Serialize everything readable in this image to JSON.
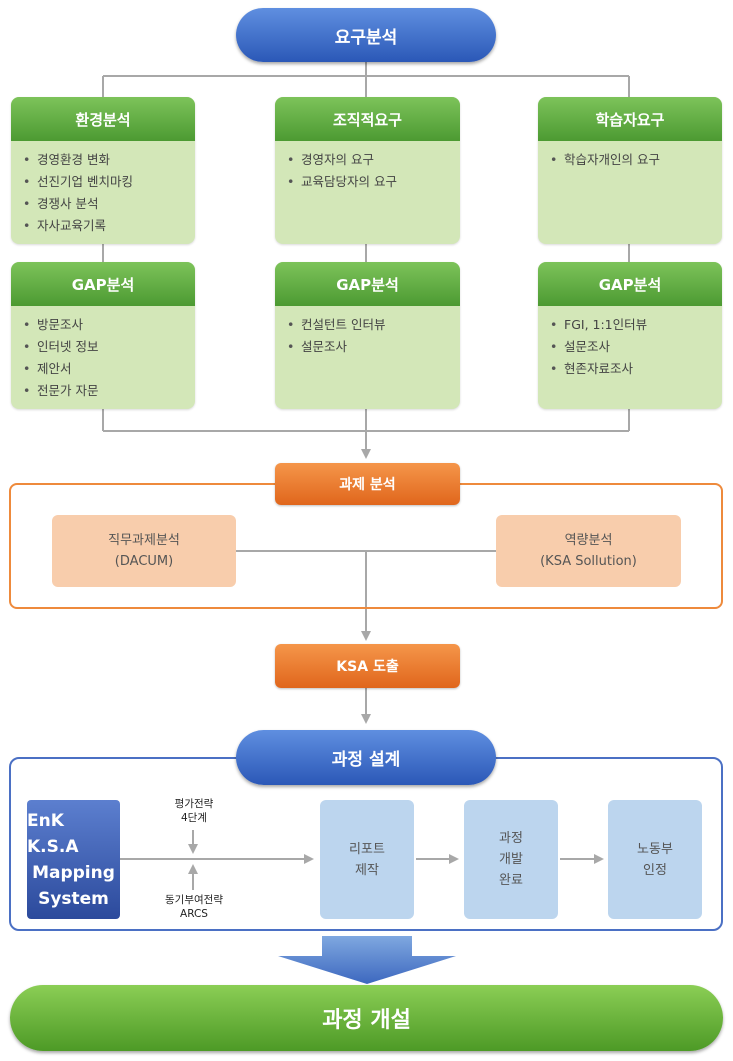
{
  "top": {
    "title": "요구분석"
  },
  "columns": [
    {
      "top_card": {
        "title": "환경분석",
        "items": [
          "경영환경 변화",
          "선진기업 벤치마킹",
          "경쟁사 분석",
          "자사교육기록"
        ]
      },
      "gap_card": {
        "title": "GAP분석",
        "items": [
          "방문조사",
          "인터넷 정보",
          "제안서",
          "전문가 자문"
        ]
      }
    },
    {
      "top_card": {
        "title": "조직적요구",
        "items": [
          "경영자의 요구",
          "교육담당자의 요구"
        ]
      },
      "gap_card": {
        "title": "GAP분석",
        "items": [
          "컨설턴트 인터뷰",
          "설문조사"
        ]
      }
    },
    {
      "top_card": {
        "title": "학습자요구",
        "items": [
          "학습자개인의 요구"
        ]
      },
      "gap_card": {
        "title": "GAP분석",
        "items": [
          "FGI, 1:1인터뷰",
          "설문조사",
          "현존자료조사"
        ]
      }
    }
  ],
  "task_analysis": {
    "title": "과제 분석",
    "left": {
      "line1": "직무과제분석",
      "line2": "(DACUM)"
    },
    "right": {
      "line1": "역량분석",
      "line2": "(KSA Sollution)"
    }
  },
  "ksa": {
    "title": "KSA 도출"
  },
  "design": {
    "title": "과정 설계",
    "system": {
      "line1": "EnK K.S.A",
      "line2": "Mapping",
      "line3": "System"
    },
    "note_top": {
      "line1": "평가전략",
      "line2": "4단계"
    },
    "note_bottom": {
      "line1": "동기부여전략",
      "line2": "ARCS"
    },
    "steps": [
      {
        "lines": [
          "리포트",
          "제작"
        ]
      },
      {
        "lines": [
          "과정",
          "개발",
          "완료"
        ]
      },
      {
        "lines": [
          "노동부",
          "인정"
        ]
      }
    ]
  },
  "bottom": {
    "title": "과정 개설"
  },
  "colors": {
    "blue_pill": "#2b58b7",
    "green_header": "#4c9a32",
    "green_card": "#d3e7b8",
    "orange": "#e0661c",
    "peach": "#f8cdac",
    "light_blue": "#bcd5ee",
    "connector": "#a8a8a8"
  }
}
